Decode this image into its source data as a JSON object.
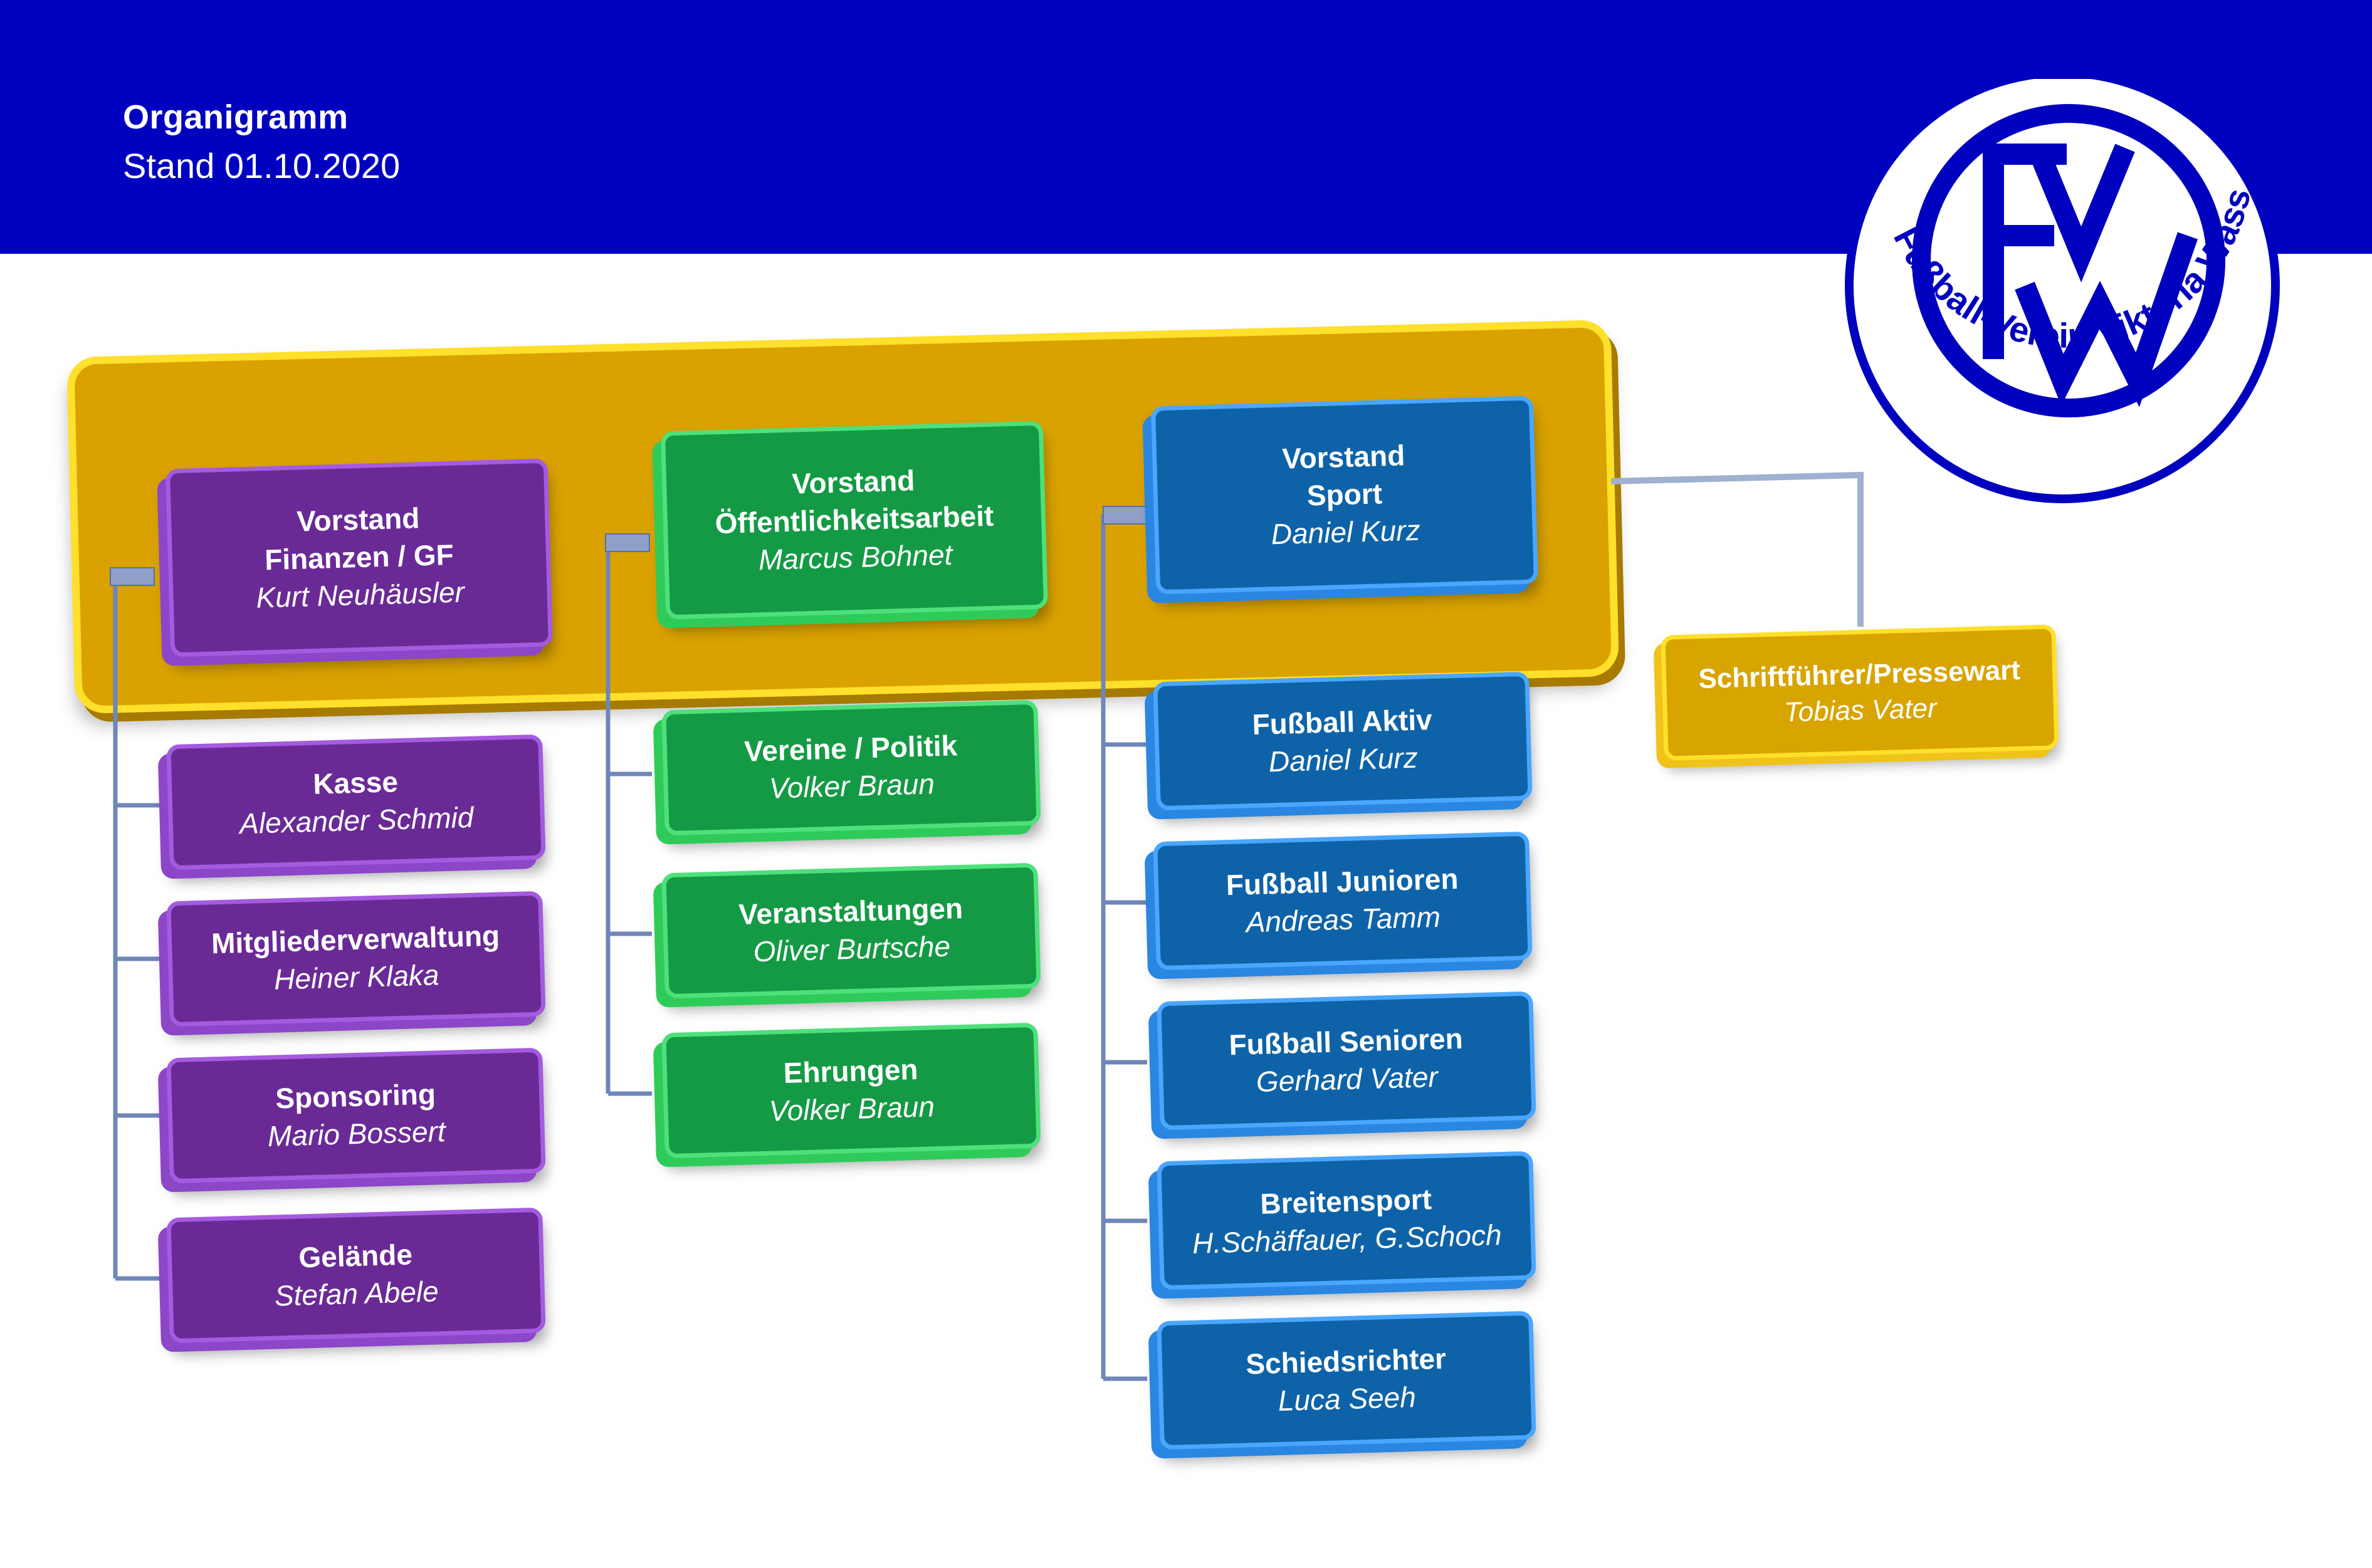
{
  "header": {
    "title": "Organigramm",
    "date": "Stand 01.10.2020"
  },
  "logo": {
    "letters": "FVW",
    "club_name": "Fußball-Verein Viktoria Wasseralfingen"
  },
  "colors": {
    "header_blue": "#0000bf",
    "board_gold": "#d9a200",
    "purple": "#6a2a96",
    "green": "#149a45",
    "blue": "#0e63a8",
    "gold_box": "#d8a400"
  },
  "board": [
    {
      "title_lines": [
        "Vorstand",
        "Finanzen / GF"
      ],
      "person": "Kurt Neuhäusler"
    },
    {
      "title_lines": [
        "Vorstand",
        "Öffentlichkeitsarbeit"
      ],
      "person": "Marcus Bohnet"
    },
    {
      "title_lines": [
        "Vorstand",
        "Sport"
      ],
      "person": "Daniel Kurz"
    }
  ],
  "finance_units": [
    {
      "title": "Kasse",
      "person": "Alexander Schmid"
    },
    {
      "title": "Mitgliederverwaltung",
      "person": "Heiner Klaka"
    },
    {
      "title": "Sponsoring",
      "person": "Mario Bossert"
    },
    {
      "title": "Gelände",
      "person": "Stefan Abele"
    }
  ],
  "pr_units": [
    {
      "title": "Vereine / Politik",
      "person": "Volker Braun"
    },
    {
      "title": "Veranstaltungen",
      "person": "Oliver Burtsche"
    },
    {
      "title": "Ehrungen",
      "person": "Volker Braun"
    }
  ],
  "sport_units": [
    {
      "title": "Fußball Aktiv",
      "person": "Daniel Kurz"
    },
    {
      "title": "Fußball Junioren",
      "person": "Andreas Tamm"
    },
    {
      "title": "Fußball Senioren",
      "person": "Gerhard Vater"
    },
    {
      "title": "Breitensport",
      "person": "H.Schäffauer, G.Schoch"
    },
    {
      "title": "Schiedsrichter",
      "person": "Luca Seeh"
    }
  ],
  "secretary": {
    "title": "Schriftführer/Pressewart",
    "person": "Tobias Vater"
  }
}
